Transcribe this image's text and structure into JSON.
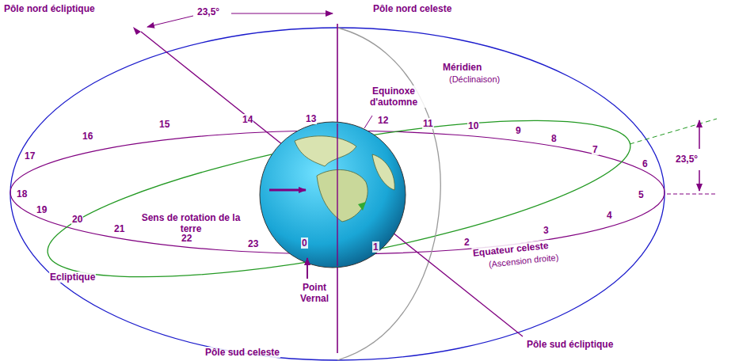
{
  "diagram": {
    "labels": [
      "Pôle nord écliptique",
      "23,5°",
      "Pôle nord celeste",
      "Méridien",
      "(Déclinaison)",
      "Equinoxe d'automne",
      "23,5°",
      "13",
      "12",
      "11",
      "10",
      "9",
      "8",
      "7",
      "14",
      "15",
      "16",
      "17",
      "6",
      "18",
      "5",
      "19",
      "4",
      "20",
      "Sens de rotation de la terre",
      "21",
      "3",
      "22",
      "23",
      "0",
      "1",
      "2",
      "Equateur celeste",
      "(Ascension droite)",
      "Ecliptique",
      "Point Vernal",
      "Pôle sud celeste",
      "Pôle sud écliptique"
    ]
  }
}
